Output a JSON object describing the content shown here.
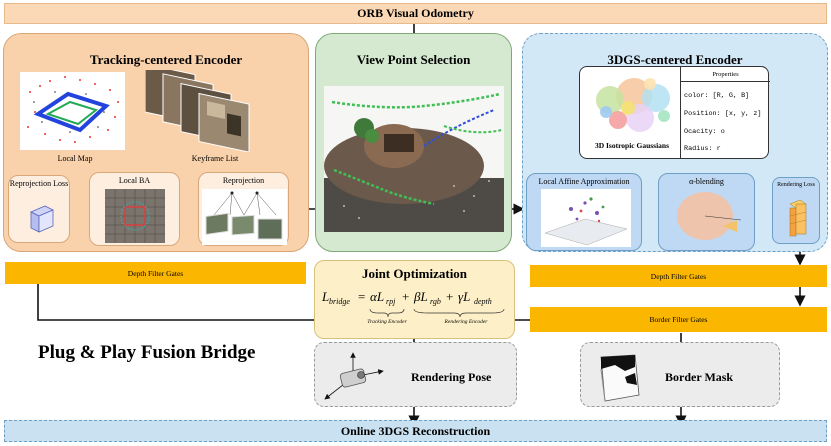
{
  "top_bar": {
    "label": "ORB Visual Odometry"
  },
  "tracking": {
    "title": "Tracking-centered Encoder",
    "local_map": "Local Map",
    "keyframe_list": "Keyframe List",
    "reprojection_loss": "Reprojection Loss",
    "local_ba": "Local BA",
    "reprojection": "Reprojection",
    "depth_filter_gates": "Depth Filter Gates"
  },
  "view_point": {
    "title": "View Point Selection"
  },
  "gs_encoder": {
    "title": "3DGS-centered Encoder",
    "gaussians_label": "3D Isotropic Gaussians",
    "properties_title": "Properties",
    "properties": [
      "color: [R, G, B]",
      "Position: [x, y, z]",
      "Ocacity: o",
      "Radius: r"
    ],
    "local_affine": "Local Affine Approximation",
    "alpha_blending": "α-blending",
    "rendering_loss": "Rendering Loss",
    "depth_filter_gates": "Depth Filter Gates",
    "border_filter_gates": "Border Filter Gates"
  },
  "joint": {
    "title": "Joint Optimization",
    "tracking_encoder": "Tracking Encoder",
    "rendering_encoder": "Rendering Encoder"
  },
  "fusion_title": "Plug & Play Fusion Bridge",
  "rendering_pose": "Rendering Pose",
  "border_mask": "Border Mask",
  "bottom_bar": {
    "label": "Online 3DGS Reconstruction"
  },
  "colors": {
    "orange_bar": "#fbb600",
    "top_bar": "#fcd9b6",
    "blue_bar": "#c9e1f0",
    "tracking_panel": "#f9d1ab",
    "view_panel": "#d5e9d0",
    "gs_panel": "#d3e8f7",
    "joint_panel": "#fdf0c8",
    "grey_panel": "#ececec"
  }
}
